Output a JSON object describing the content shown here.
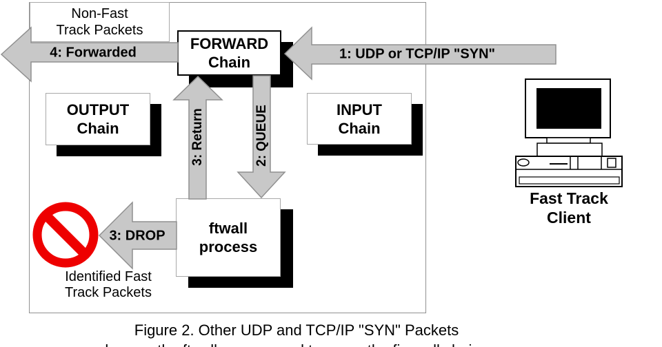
{
  "labels": {
    "non_fast_line1": "Non-Fast",
    "non_fast_line2": "Track Packets",
    "arrow_forwarded": "4: Forwarded",
    "arrow_syn": "1: UDP or TCP/IP \"SYN\"",
    "forward_chain_line1": "FORWARD",
    "forward_chain_line2": "Chain",
    "output_chain_line1": "OUTPUT",
    "output_chain_line2": "Chain",
    "input_chain_line1": "INPUT",
    "input_chain_line2": "Chain",
    "arrow_queue": "2: QUEUE",
    "arrow_return": "3: Return",
    "ftwall_line1": "ftwall",
    "ftwall_line2": "process",
    "arrow_drop": "3: DROP",
    "identified_line1": "Identified Fast",
    "identified_line2": "Track Packets",
    "client_line1": "Fast Track",
    "client_line2": "Client"
  },
  "caption": {
    "line1": "Figure 2. Other UDP and TCP/IP \"SYN\" Packets",
    "line2_partial": "bypass the ftwall process and traverse the firewall chains"
  },
  "colors": {
    "arrow_fill": "#c8c8c8",
    "arrow_stroke": "#8f8f8f",
    "shadow": "#000000",
    "prohibition_red": "#ee0000",
    "box_border_light": "#a8a8a8",
    "outer_border": "#909090"
  }
}
